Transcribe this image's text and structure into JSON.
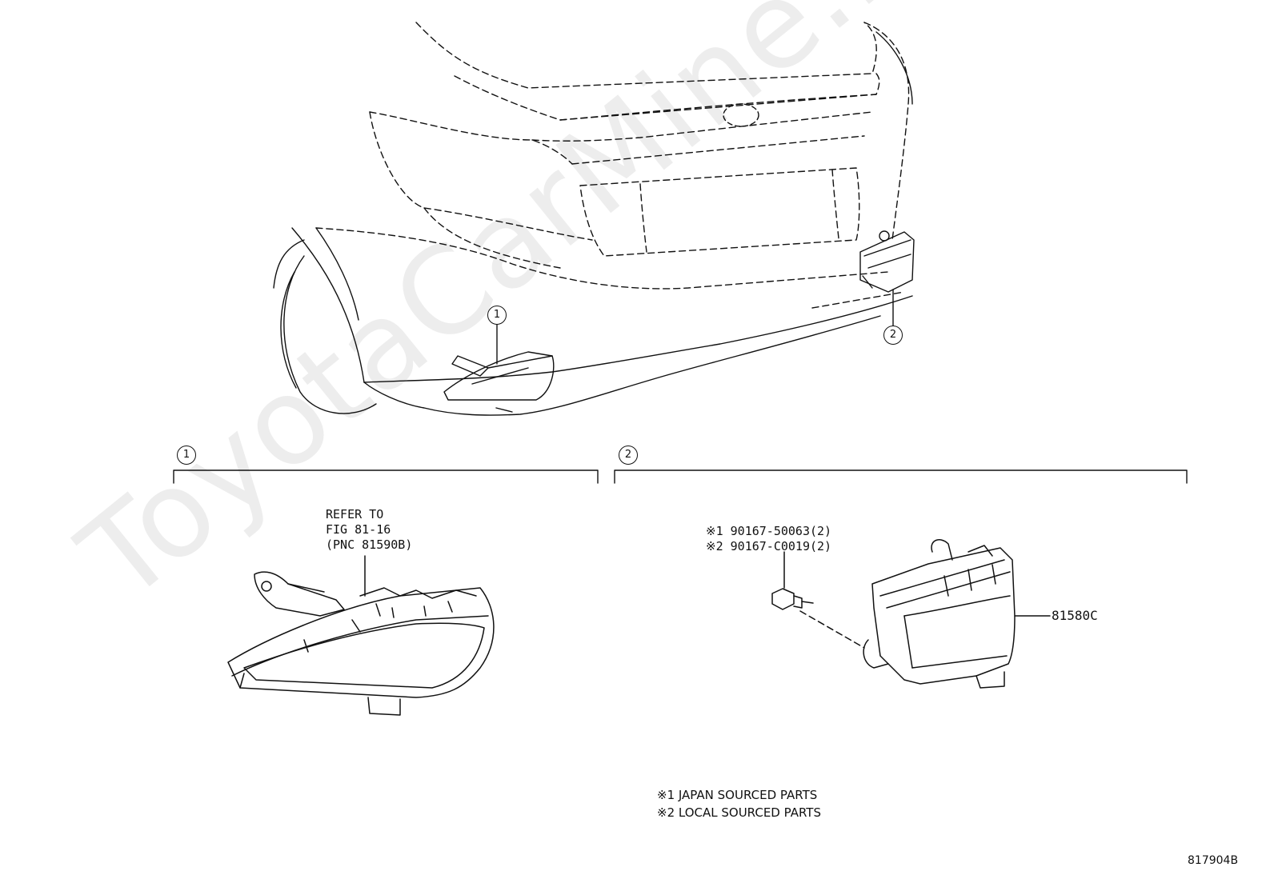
{
  "watermark": "ToyotaCarMine.ru",
  "callouts": {
    "c1_top": "1",
    "c2_top": "2",
    "c1_section": "1",
    "c2_section": "2"
  },
  "section1": {
    "refer_lines": [
      "REFER TO",
      "FIG 81-16",
      "(PNC 81590B)"
    ]
  },
  "section2": {
    "bolt_lines": [
      "※1 90167-50063(2)",
      "※2 90167-C0019(2)"
    ],
    "main_part": "81580C"
  },
  "notes": [
    "※1 JAPAN SOURCED PARTS",
    "※2 LOCAL SOURCED PARTS"
  ],
  "figure_id": "817904B"
}
